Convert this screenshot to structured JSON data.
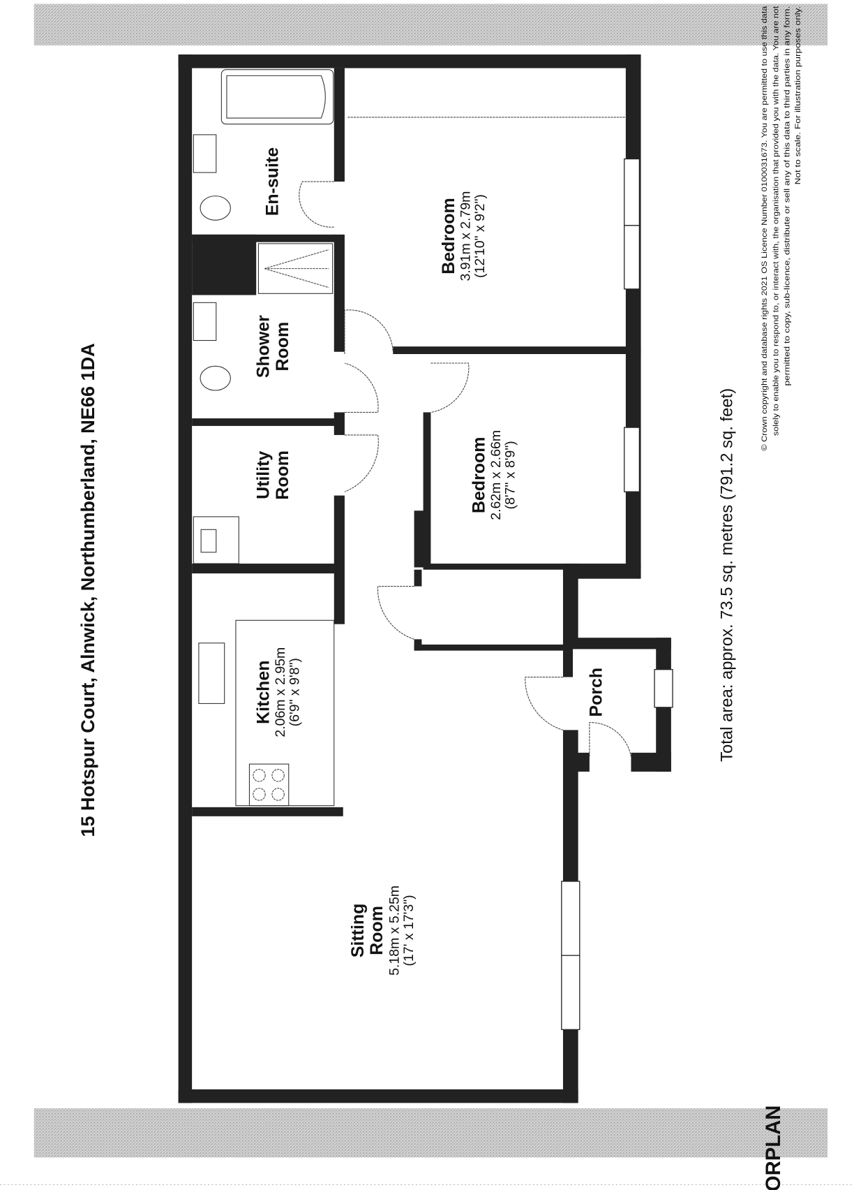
{
  "title": "15 Hotspur Court, Alnwick, Northumberland, NE66 1DA",
  "floorplan_label": "FLOORPLAN",
  "total_area": "Total area: approx. 73.5 sq. metres (791.2 sq. feet)",
  "rooms": {
    "ensuite": {
      "name": "En-suite"
    },
    "bedroom1": {
      "name": "Bedroom",
      "metric": "3.91m x 2.79m",
      "imperial": "(12'10\" x 9'2\")"
    },
    "shower": {
      "name1": "Shower",
      "name2": "Room"
    },
    "utility": {
      "name1": "Utility",
      "name2": "Room"
    },
    "bedroom2": {
      "name": "Bedroom",
      "metric": "2.62m x 2.66m",
      "imperial": "(8'7\" x 8'9\")"
    },
    "kitchen": {
      "name": "Kitchen",
      "metric": "2.06m x 2.95m",
      "imperial": "(6'9\" x 9'8\")"
    },
    "porch": {
      "name": "Porch"
    },
    "sitting": {
      "name1": "Sitting",
      "name2": "Room",
      "metric": "5.18m x 5.25m",
      "imperial": "(17' x 17'3\")"
    }
  },
  "copyright": {
    "line1": "© Crown copyright and database rights 2021 OS Licence Number 0100031673. You are permitted to use this data",
    "line2": "solely to enable you to respond to, or interact with, the organisation that provided you with the data. You are not",
    "line3": "permitted to copy, sub-licence, distribute or sell any of this data to third parties in any form.",
    "line4": "Not to scale. For illustration purposes only."
  },
  "colors": {
    "wall": "#222222",
    "noise": "#b5b5b5"
  }
}
